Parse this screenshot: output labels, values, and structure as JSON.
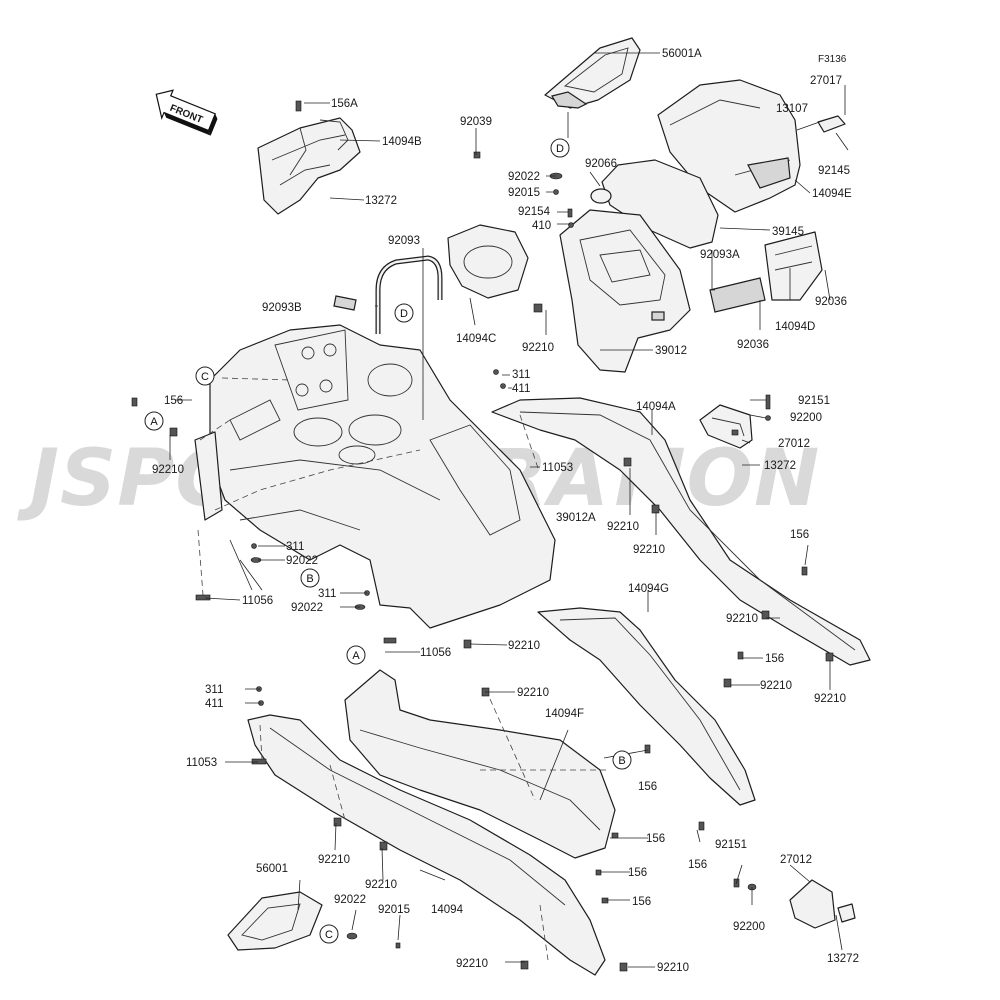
{
  "watermark": "JSPCORPORATION",
  "front_label": "FRONT",
  "figure_code": "F3136",
  "refs": {
    "A": "A",
    "B": "B",
    "C": "C",
    "D": "D"
  },
  "labels": {
    "56001A": "56001A",
    "156A": "156A",
    "14094B": "14094B",
    "13272_top": "13272",
    "92039": "92039",
    "92022_a": "92022",
    "92015_a": "92015",
    "92066": "92066",
    "92154": "92154",
    "410": "410",
    "27017": "27017",
    "13107": "13107",
    "92145": "92145",
    "14094E": "14094E",
    "39145": "39145",
    "92093A": "92093A",
    "14094D": "14094D",
    "92036_a": "92036",
    "92036_b": "92036",
    "92093": "92093",
    "92093B": "92093B",
    "14094C": "14094C",
    "92210_a": "92210",
    "39012": "39012",
    "311_a": "311",
    "411_a": "411",
    "14094A": "14094A",
    "92151_a": "92151",
    "92200_a": "92200",
    "27012_a": "27012",
    "13272_a": "13272",
    "156_a": "156",
    "92210_b": "92210",
    "11053_a": "11053",
    "92210_c": "92210",
    "92210_d": "92210",
    "39012A": "39012A",
    "311_b": "311",
    "92022_b": "92022",
    "311_c": "311",
    "92022_c": "92022",
    "11056_a": "11056",
    "11056_b": "11056",
    "92210_e": "92210",
    "156_b": "156",
    "14094G": "14094G",
    "92210_f": "92210",
    "156_c": "156",
    "92210_g": "92210",
    "92210_h": "92210",
    "311_d": "311",
    "411_b": "411",
    "92210_i": "92210",
    "14094F": "14094F",
    "11053_b": "11053",
    "156_d": "156",
    "156_e": "156",
    "92210_j": "92210",
    "92210_k": "92210",
    "156_f": "156",
    "156_g": "156",
    "156_h": "156",
    "92151_b": "92151",
    "27012_b": "27012",
    "56001": "56001",
    "92022_d": "92022",
    "92015_b": "92015",
    "14094": "14094",
    "92200_b": "92200",
    "13272_b": "13272",
    "92210_l": "92210",
    "92210_m": "92210"
  }
}
